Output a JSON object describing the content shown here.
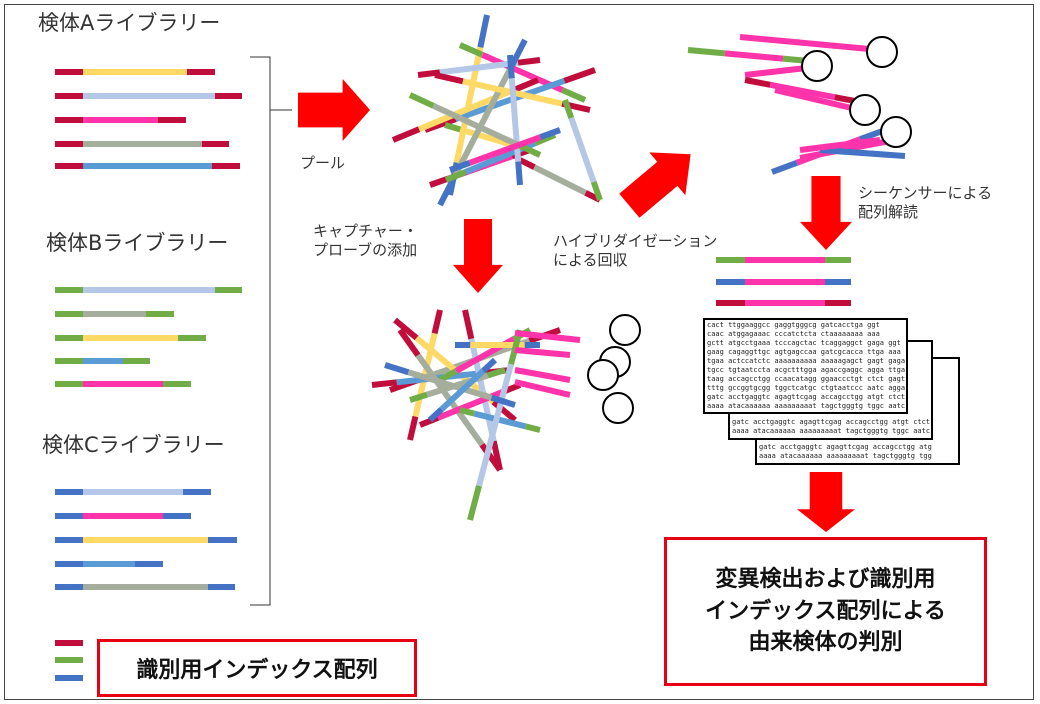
{
  "libraries": [
    {
      "label": "検体Aライブラリー"
    },
    {
      "label": "検体Bライブラリー"
    },
    {
      "label": "検体Cライブラリー"
    }
  ],
  "steps": {
    "pool": "プール",
    "capture": "キャプチャー・\nプローブの添加",
    "hybrid": "ハイブリダイゼーション\nによる回収",
    "sequencer": "シーケンサーによる\n配列解読"
  },
  "result": "変異検出および識別用\nインデックス配列による\n由来検体の判別",
  "legend": "識別用インデックス配列",
  "sequence_sheets": [
    "cact ttggaaggcc gaggtgggcg gatcacctga ggt\ncaac atggagaaac cccatctcta ctaaaaaaaa aaa\ngctt atgcctgaaa tcccagctac tcaggaggct gaga ggt\ngaag cagaggttgc agtgagccaa gatcgcacca ttga aaa\ntgaa actccatctc aaaaaaaaaa aaaaagagct gagt gaga\ntgcc tgtaatccta acgctttgga agaccgaggc agga ttga\ntaag accagcctgg ccaacatagg ggaaccctgt ctct gagt\ntttg gccggtgcgg tggctcatgc ctgtaatccc aatc agga\ngatc acctgaggtc agagttcgag accagcctgg atgt ctct\naaaa atacaaaaaa aaaaaaaaat tagctgggtg tggc aatc",
    "gatc acctgaggtc agagttcgag accagcctgg atgt ctct\naaaa atacaaaaaa aaaaaaaaat tagctgggtg tggc aatc",
    "gatc acctgaggtc agagttcgag accagcctgg atg\naaaa atacaaaaaa aaaaaaaaat tagctgggtg tgg"
  ],
  "colors": {
    "crimson": "#c00d3c",
    "yellow": "#ffd966",
    "lightblue": "#b4c7e7",
    "pink": "#ff33aa",
    "gray": "#a5ae9d",
    "blue": "#4472c4",
    "midblue": "#5b9bd5",
    "green": "#70ad47",
    "red": "#ff0000"
  }
}
